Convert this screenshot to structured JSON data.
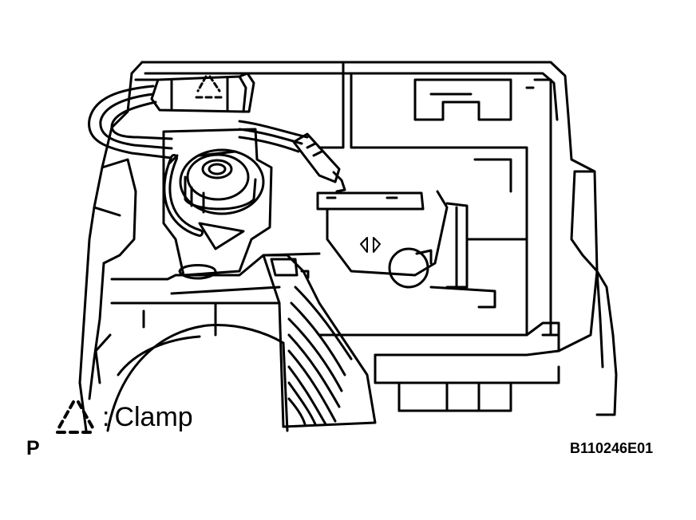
{
  "legend": {
    "symbol_icon": "dashed-triangle-clamp-icon",
    "label": "Clamp",
    "separator": ":"
  },
  "view_mark": "P",
  "figure_code": "B110246E01",
  "colors": {
    "line": "#000000",
    "background": "#ffffff"
  }
}
